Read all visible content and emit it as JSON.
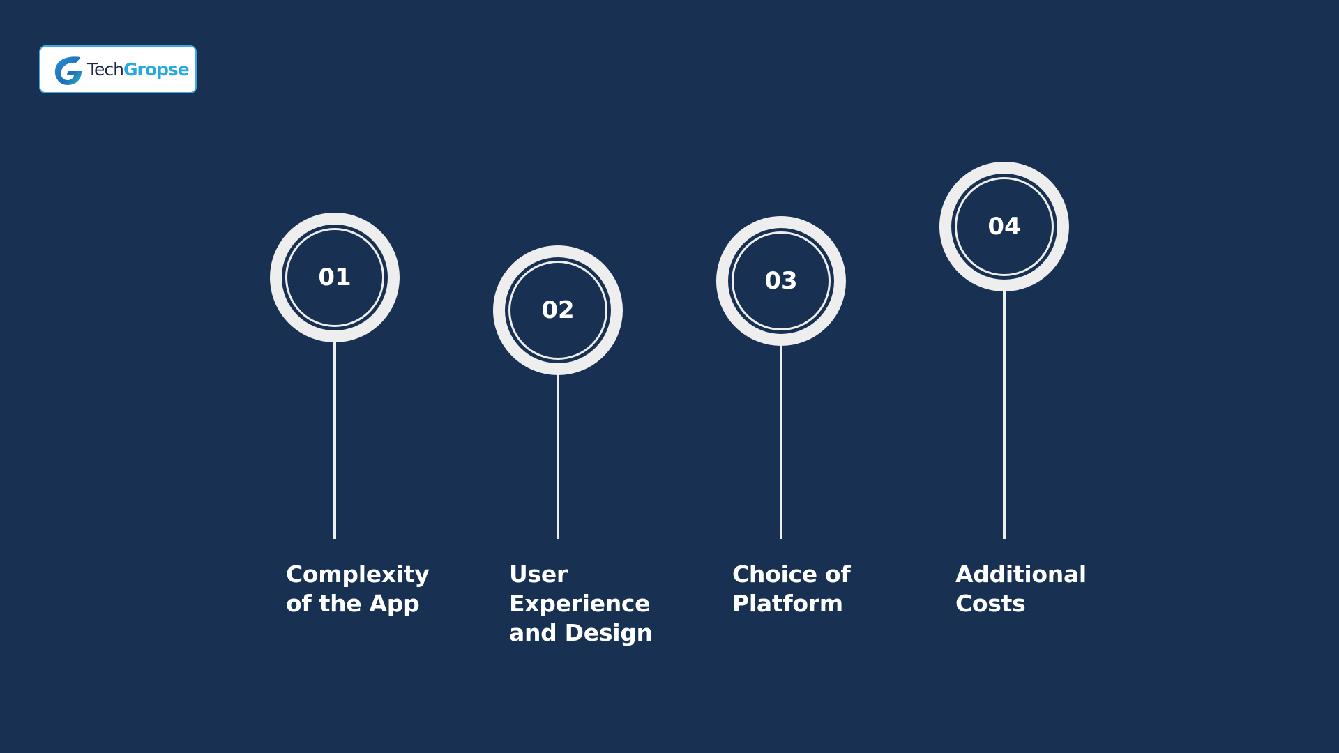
{
  "brand": {
    "logo_part1": "Tech",
    "logo_part2": "Gropse",
    "logo_icon": "g-swirl-logo-icon",
    "colors": {
      "background": "#183152",
      "ring": "#eeeeee",
      "logo_dark": "#1c2647",
      "logo_blue": "#27a9e1",
      "logo_border": "#3fa9dd"
    }
  },
  "steps": [
    {
      "number": "01",
      "title_lines": [
        "Complexity",
        "of the App"
      ]
    },
    {
      "number": "02",
      "title_lines": [
        "User",
        "Experience",
        "and Design"
      ]
    },
    {
      "number": "03",
      "title_lines": [
        "Choice of",
        "Platform"
      ]
    },
    {
      "number": "04",
      "title_lines": [
        "Additional",
        "Costs"
      ]
    }
  ]
}
